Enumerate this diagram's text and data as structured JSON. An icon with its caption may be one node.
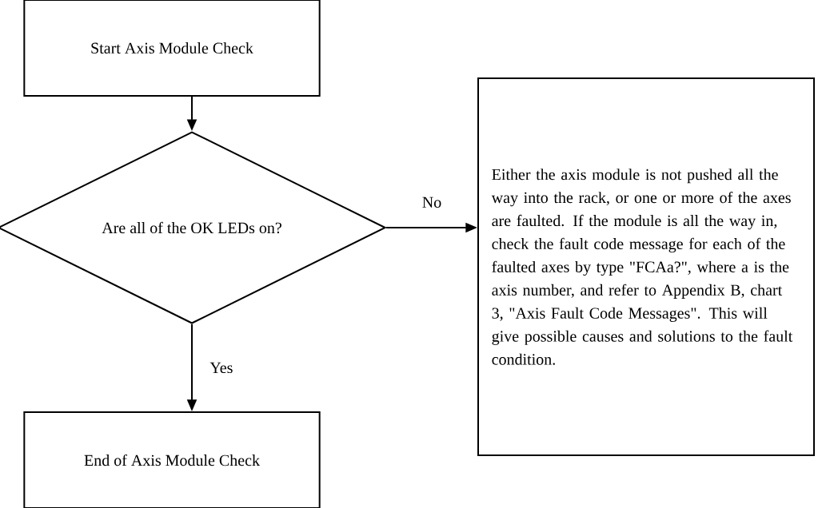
{
  "diagram": {
    "nodes": [
      {
        "text": [
          "Start Axis Module Check"
        ]
      },
      {
        "text": [
          "Are all of the OK LEDs on?"
        ]
      },
      {
        "text": [
          "Either the axis module is not pushed all the way into the rack, or one or more of the axes are faulted.  If the module is all the way in, check the fault code message for each of the faulted axes by type \"FCAa?\", where a is the axis number, and refer to Appendix B, chart 3, \"Axis Fault Code Messages\".  This will give possible causes and solutions to the fault condition."
        ]
      },
      {
        "text": [
          "End of Axis Module Check"
        ]
      }
    ],
    "edges": [
      {
        "from": 0,
        "to": 1,
        "arrow": "to"
      },
      {
        "from": 1,
        "to": 2,
        "arrow": "to",
        "label": "No"
      },
      {
        "from": 1,
        "to": 3,
        "arrow": "to",
        "label": "Yes"
      }
    ]
  }
}
